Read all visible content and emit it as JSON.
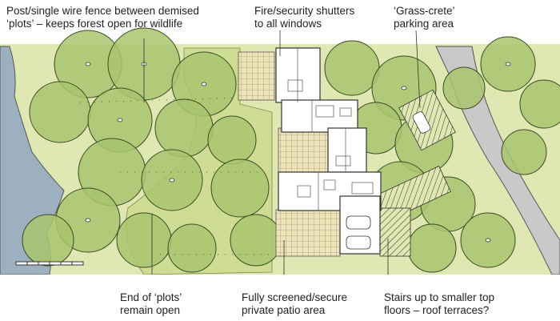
{
  "labels": {
    "fence": {
      "line1": "Post/single wire fence between demised",
      "line2": "‘plots’ – keeps forest open for wildlife"
    },
    "shutters": {
      "line1": "Fire/security shutters",
      "line2": "to all windows"
    },
    "parking": {
      "line1": "‘Grass-crete’",
      "line2": "parking area"
    },
    "plots_open": {
      "line1": "End of ‘plots’",
      "line2": "remain open"
    },
    "patio": {
      "line1": "Fully screened/secure",
      "line2": "private patio area"
    },
    "stairs": {
      "line1": "Stairs up to smaller top",
      "line2": "floors – roof terraces?"
    }
  },
  "colors": {
    "water": "#9db0bf",
    "ground": "#dfe7b2",
    "lawn": "#cfdc94",
    "tree_fill": "#a9c46f",
    "tree_dark": "#8daa56",
    "road": "#c9c9c9",
    "building": "#ffffff",
    "patio": "#e8d9a8",
    "line": "#333333"
  },
  "icons": [
    "tree-symbol",
    "car-symbol",
    "scale-bar"
  ]
}
